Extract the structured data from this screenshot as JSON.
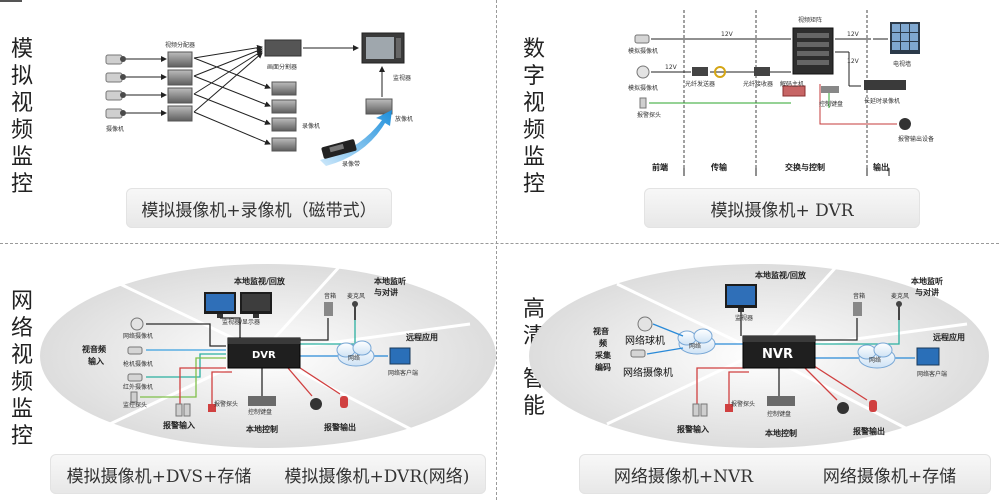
{
  "quadrants": {
    "analog": {
      "title_chars": [
        "模",
        "拟",
        "视",
        "频",
        "监",
        "控"
      ],
      "caption": "模拟摄像机+录像机（磁带式）",
      "labels": {
        "video_distributor": "视频分配器",
        "screen_splitter": "画面分割器",
        "monitor": "监视器",
        "camera": "摄像机",
        "recorder": "录像机",
        "player": "放像机",
        "tape": "录像带"
      }
    },
    "digital": {
      "title_chars": [
        "数",
        "字",
        "视",
        "频",
        "监",
        "控"
      ],
      "caption": "模拟摄像机+ DVR",
      "labels": {
        "analog_camera_1": "模拟摄像机",
        "analog_camera_2": "模拟摄像机",
        "alarm_probe": "报警探头",
        "optical_tx": "光纤发送器",
        "optical_rx": "光纤接收器",
        "matrix": "视频矩阵",
        "tv_wall": "电视墙",
        "ptz_host": "解码主机",
        "control_keyboard": "控制键盘",
        "long_recorder": "长延时录像机",
        "alarm_output": "报警输出设备",
        "voltage_1": "12V",
        "voltage_2": "12V",
        "voltage_3": "12V",
        "voltage_4": "12V",
        "stage_front": "前端",
        "stage_transmit": "传输",
        "stage_switch": "交换与控制",
        "stage_output": "输出"
      }
    },
    "network": {
      "title_chars": [
        "网",
        "络",
        "视",
        "频",
        "监",
        "控"
      ],
      "caption_left": "模拟摄像机+DVS+存储",
      "caption_right": "模拟摄像机+DVR(网络)",
      "labels": {
        "local_monitor": "本地监视/回放",
        "monitor_display": "监视器/显示器",
        "local_listen": "本地监听",
        "intercom": "与对讲",
        "speaker": "音箱",
        "mic": "麦克风",
        "av_input_1": "视音频",
        "av_input_2": "输入",
        "dome_camera": "网络摄像机",
        "camera_2": "枪机摄像机",
        "camera_3": "红外摄像机",
        "alarm_probe": "监控探头",
        "dvr": "DVR",
        "network": "网络",
        "remote": "远程应用",
        "remote_client": "网络客户端",
        "alarm_input": "报警输入",
        "alarm_sensor": "报警探头",
        "local_control": "本地控制",
        "control_keyboard": "控制键盘",
        "alarm_output": "报警输出"
      }
    },
    "hd": {
      "title_chars_1": [
        "高",
        "清"
      ],
      "title_chars_2": [
        "智",
        "能"
      ],
      "caption_left": "网络摄像机+NVR",
      "caption_right": "网络摄像机+存储",
      "labels": {
        "local_monitor": "本地监视/回放",
        "monitor": "监视器",
        "local_listen": "本地监听",
        "intercom": "与对讲",
        "speaker": "音箱",
        "mic": "麦克风",
        "av_1": "视音",
        "av_2": "频",
        "av_3": "采集",
        "av_4": "编码",
        "dome": "网络球机",
        "net_camera": "网络摄像机",
        "network_1": "网络",
        "nvr": "NVR",
        "network_2": "网络",
        "remote": "远程应用",
        "remote_client": "网络客户端",
        "alarm_input": "报警输入",
        "alarm_sensor": "报警探头",
        "local_control": "本地控制",
        "control_keyboard": "控制键盘",
        "alarm_output": "报警输出"
      }
    }
  }
}
